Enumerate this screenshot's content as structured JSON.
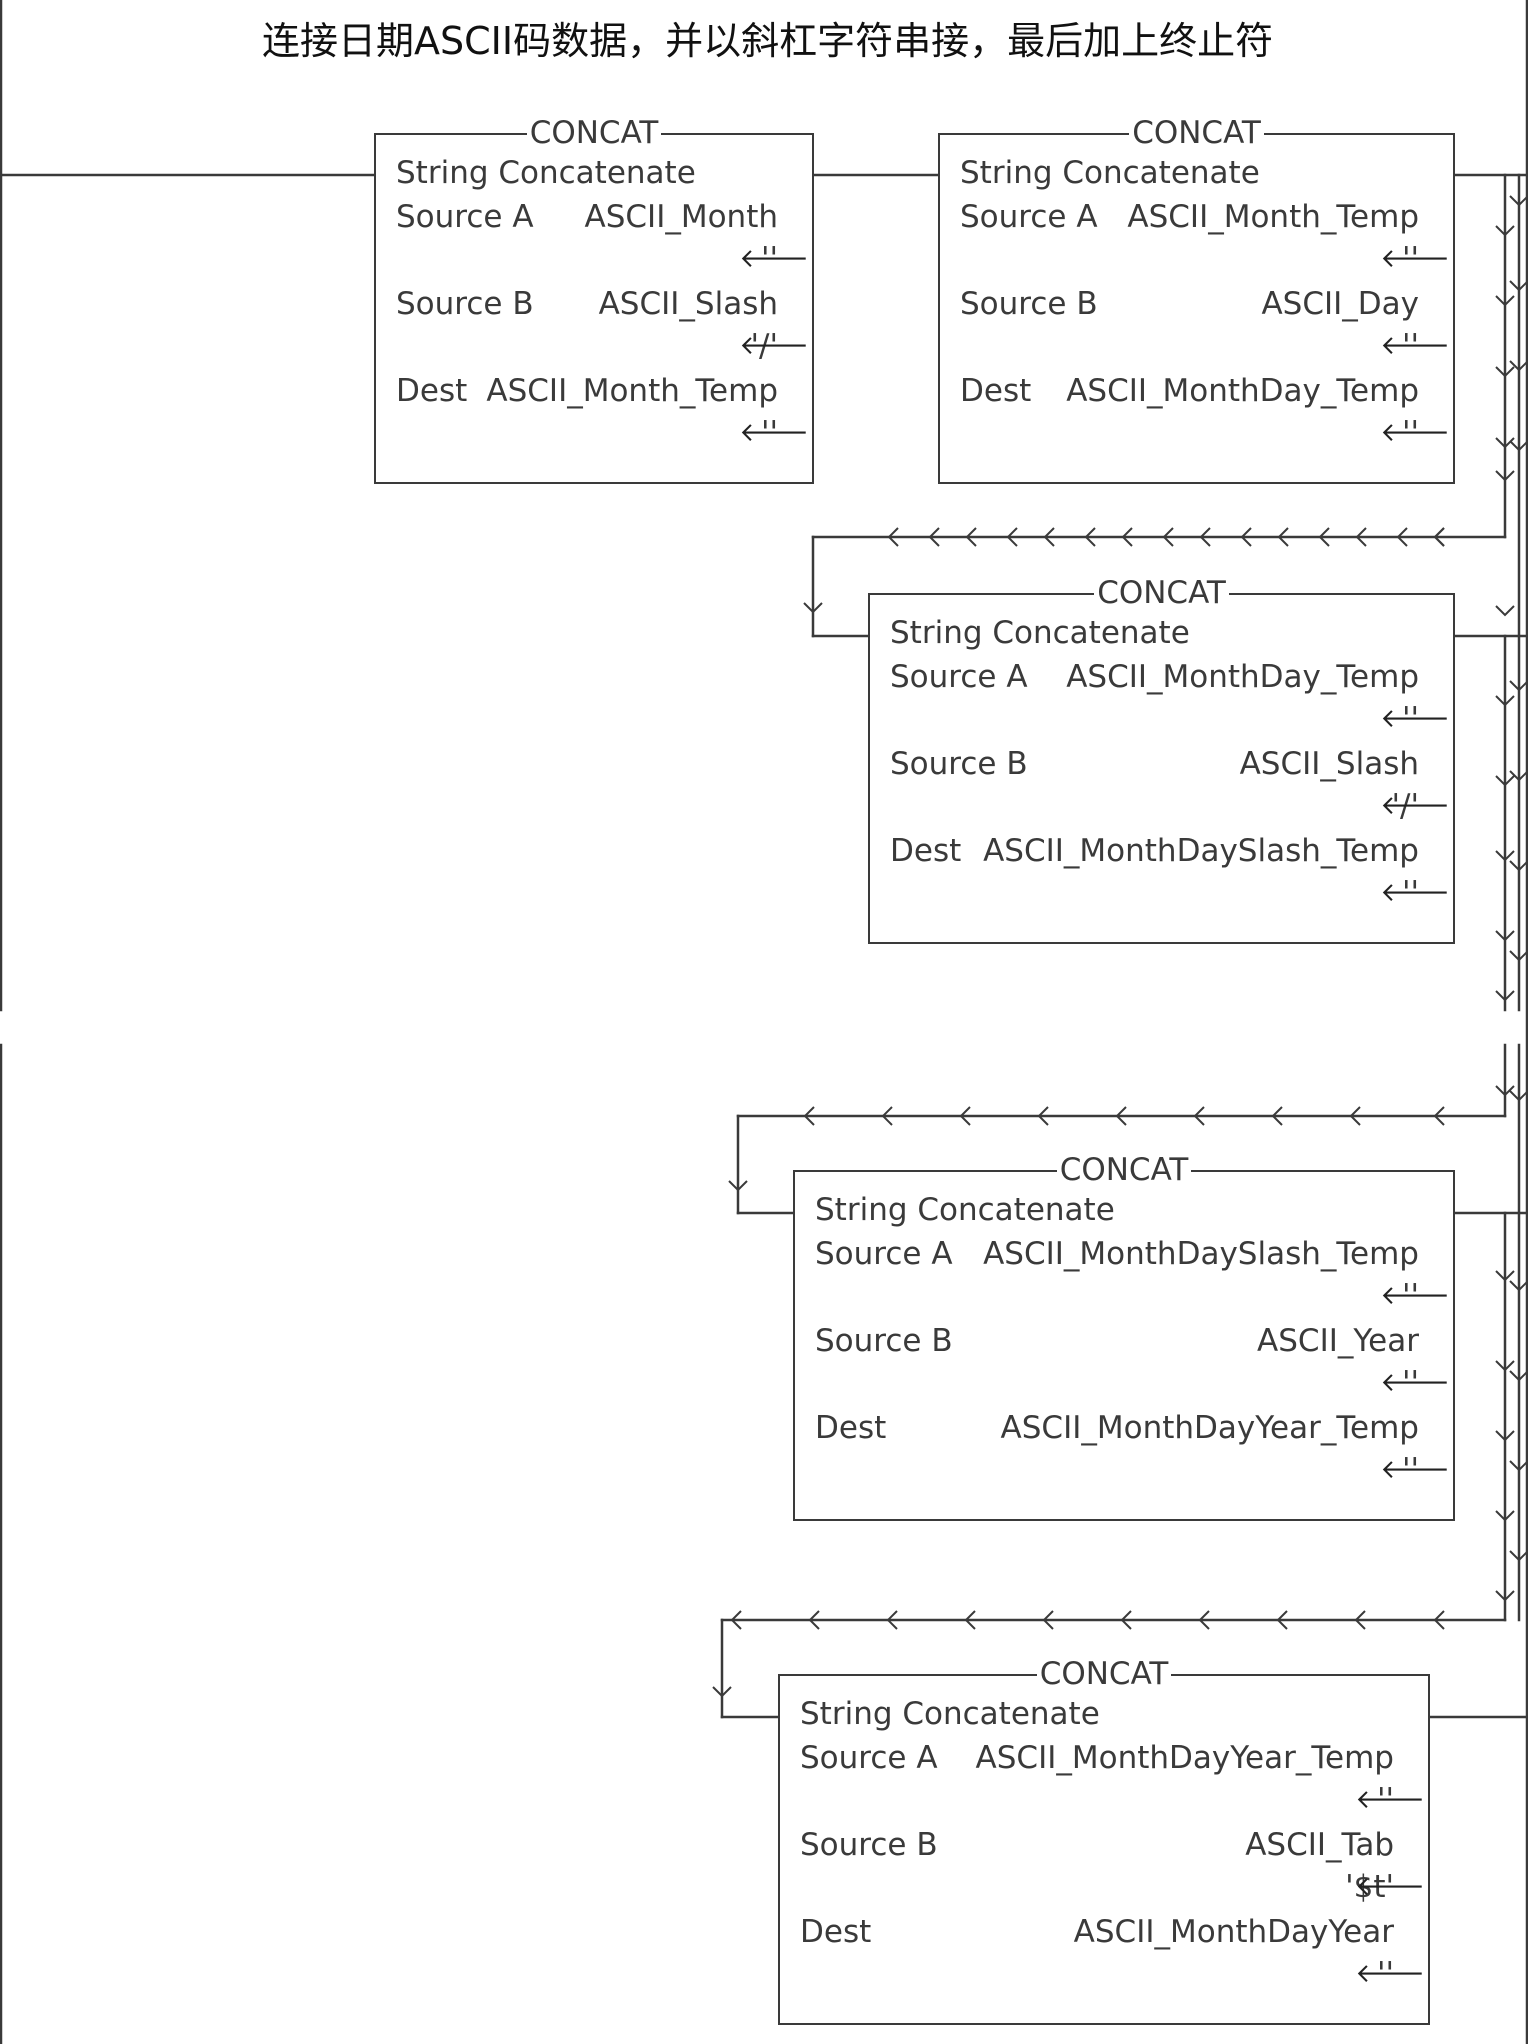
{
  "comment": "连接日期ASCII码数据，并以斜杠字符串接，最后加上终止符",
  "blocks": [
    {
      "title": "CONCAT",
      "desc": "String Concatenate",
      "source_a": {
        "label": "Source A",
        "tag": "ASCII_Month",
        "value": "''"
      },
      "source_b": {
        "label": "Source B",
        "tag": "ASCII_Slash",
        "value": "'/'"
      },
      "dest": {
        "label": "Dest",
        "tag": "ASCII_Month_Temp",
        "value": "''"
      }
    },
    {
      "title": "CONCAT",
      "desc": "String Concatenate",
      "source_a": {
        "label": "Source A",
        "tag": "ASCII_Month_Temp",
        "value": "''"
      },
      "source_b": {
        "label": "Source B",
        "tag": "ASCII_Day",
        "value": "''"
      },
      "dest": {
        "label": "Dest",
        "tag": "ASCII_MonthDay_Temp",
        "value": "''"
      }
    },
    {
      "title": "CONCAT",
      "desc": "String Concatenate",
      "source_a": {
        "label": "Source A",
        "tag": "ASCII_MonthDay_Temp",
        "value": "''"
      },
      "source_b": {
        "label": "Source B",
        "tag": "ASCII_Slash",
        "value": "'/'"
      },
      "dest": {
        "label": "Dest",
        "tag": "ASCII_MonthDaySlash_Temp",
        "value": "''"
      }
    },
    {
      "title": "CONCAT",
      "desc": "String Concatenate",
      "source_a": {
        "label": "Source A",
        "tag": "ASCII_MonthDaySlash_Temp",
        "value": "''"
      },
      "source_b": {
        "label": "Source B",
        "tag": "ASCII_Year",
        "value": "''"
      },
      "dest": {
        "label": "Dest",
        "tag": "ASCII_MonthDayYear_Temp",
        "value": "''"
      }
    },
    {
      "title": "CONCAT",
      "desc": "String Concatenate",
      "source_a": {
        "label": "Source A",
        "tag": "ASCII_MonthDayYear_Temp",
        "value": "''"
      },
      "source_b": {
        "label": "Source B",
        "tag": "ASCII_Tab",
        "value": "'$t'"
      },
      "dest": {
        "label": "Dest",
        "tag": "ASCII_MonthDayYear",
        "value": "''"
      }
    }
  ],
  "colors": {
    "wire": "#3a3a3a",
    "background": "#ffffff"
  }
}
